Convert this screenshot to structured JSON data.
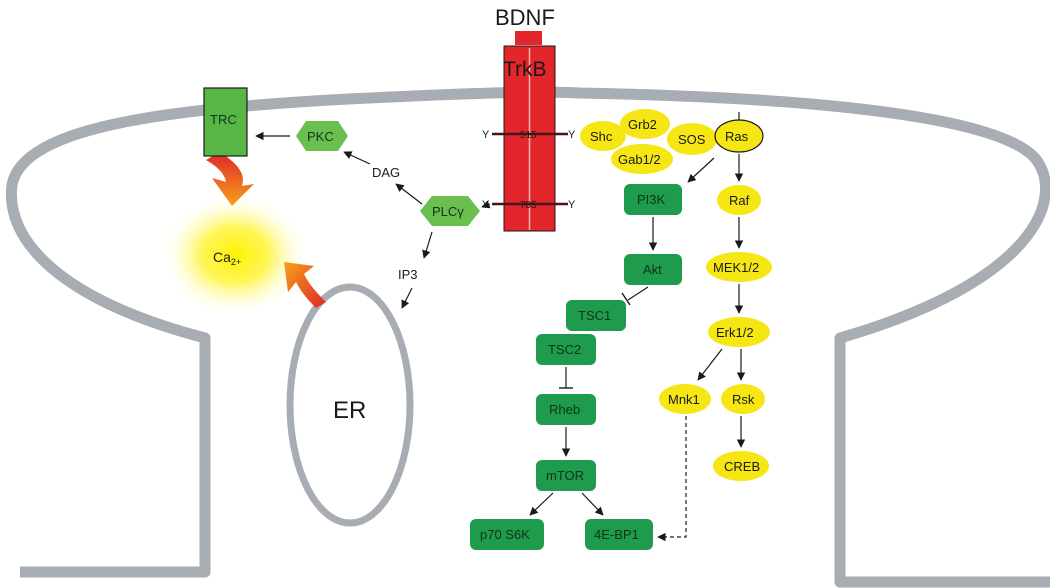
{
  "diagram": {
    "ligand": "BDNF",
    "receptor": "TrkB",
    "phospho_sites": {
      "upper": {
        "left": "Y",
        "number": "515",
        "right": "Y"
      },
      "lower": {
        "left": "Y",
        "number": "785",
        "right": "Y"
      }
    },
    "compartments": {
      "er": "ER",
      "calcium": "Ca",
      "calcium_sup": "2+"
    },
    "plc_branch": {
      "trc": "TRC",
      "pkc": "PKC",
      "dag": "DAG",
      "plc": "PLCγ",
      "ip3": "IP3"
    },
    "adaptors": {
      "shc": "Shc",
      "grb2": "Grb2",
      "sos": "SOS",
      "gab": "Gab1/2"
    },
    "pi3k_branch": {
      "pi3k": "PI3K",
      "akt": "Akt",
      "tsc1": "TSC1",
      "tsc2": "TSC2",
      "rheb": "Rheb",
      "mtor": "mTOR",
      "p70": "p70 S6K",
      "bp1": "4E-BP1"
    },
    "ras_branch": {
      "ras": "Ras",
      "raf": "Raf",
      "mek": "MEK1/2",
      "erk": "Erk1/2",
      "mnk": "Mnk1",
      "rsk": "Rsk",
      "creb": "CREB"
    },
    "colors": {
      "membrane": "#a7adb2",
      "receptor": "#e3262b",
      "green_node": "#1e9b4c",
      "hex_node": "#6bbf4e",
      "trc_fill": "#58b647",
      "yellow_node": "#f5e614",
      "calcium_glow": "#fff200",
      "arrow": "#1a1a1a"
    }
  }
}
